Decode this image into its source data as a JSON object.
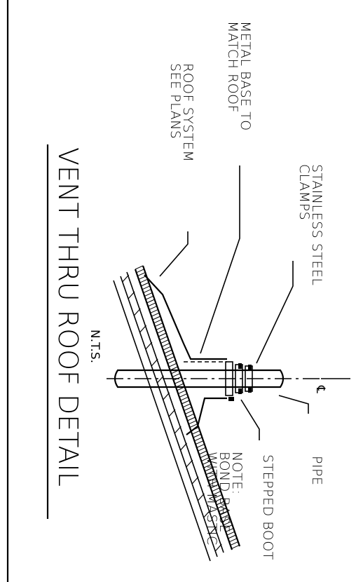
{
  "title": "VENT THRU ROOF DETAIL",
  "scale_note": "N.T.S.",
  "centerline_symbol": "℄",
  "labels": {
    "metal_base": [
      "METAL BASE TO",
      "MATCH ROOF"
    ],
    "roof_system": [
      "ROOF SYSTEM",
      "SEE PLANS"
    ],
    "clamps": [
      "STAINLESS STEEL",
      "CLAMPS"
    ],
    "pipe": [
      "PIPE"
    ],
    "stepped_boot": [
      "STEPPED BOOT"
    ],
    "note": [
      "NOTE:",
      "BOND BASE",
      "WITH MASTIC"
    ]
  }
}
